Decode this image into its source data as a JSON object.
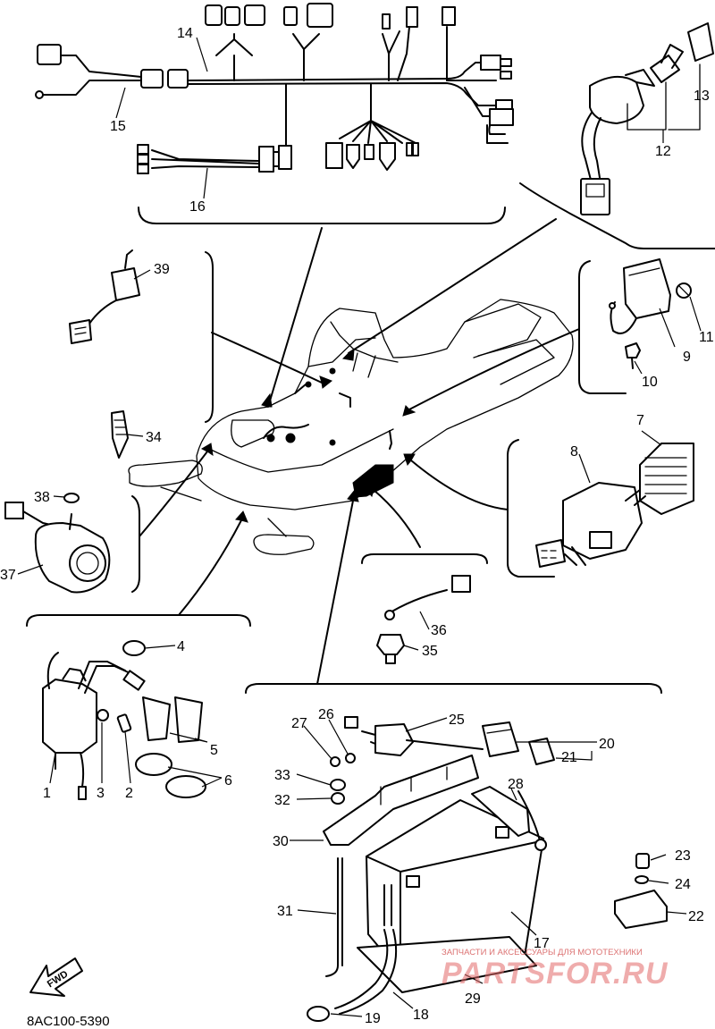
{
  "diagram_code": "8AC100-5390",
  "direction_label": "FWD",
  "watermark": {
    "line1": "ЗАПЧАСТИ И АКСЕССУАРЫ ДЛЯ МОТОТЕХНИКИ",
    "line2": "PARTSFOR.RU"
  },
  "callouts": {
    "c1": "1",
    "c2": "2",
    "c3": "3",
    "c4": "4",
    "c5": "5",
    "c6": "6",
    "c7": "7",
    "c8": "8",
    "c9": "9",
    "c10": "10",
    "c11": "11",
    "c12": "12",
    "c13": "13",
    "c14": "14",
    "c15": "15",
    "c16": "16",
    "c17": "17",
    "c18": "18",
    "c19": "19",
    "c20": "20",
    "c21": "21",
    "c22": "22",
    "c23": "23",
    "c24": "24",
    "c25": "25",
    "c26": "26",
    "c27": "27",
    "c28": "28",
    "c29": "29",
    "c30": "30",
    "c31": "31",
    "c32": "32",
    "c33": "33",
    "c34": "34",
    "c35": "35",
    "c36": "36",
    "c37": "37",
    "c38": "38",
    "c39": "39"
  },
  "colors": {
    "line": "#000000",
    "background": "#ffffff",
    "watermark": "#e26a6a"
  }
}
